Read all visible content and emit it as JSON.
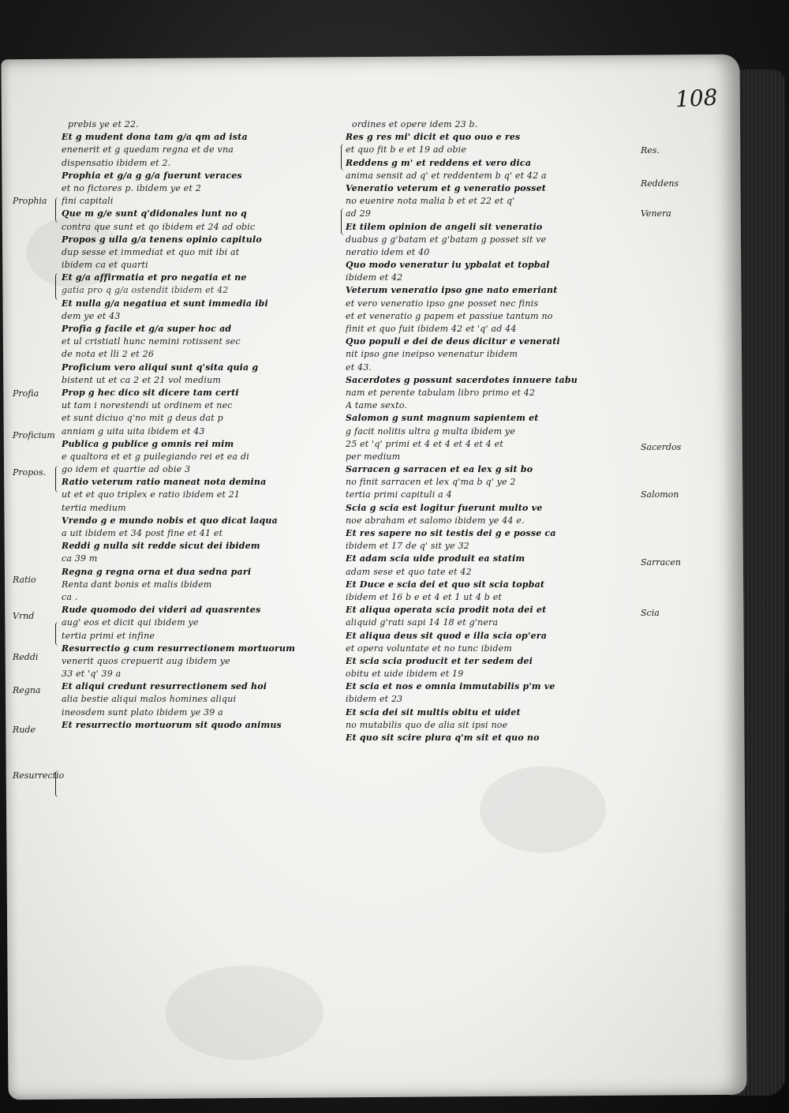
{
  "folio_number": "108",
  "left_column": [
    "prebis ye et 22.",
    "Et g mudent dona tam g/a qm ad ista",
    "enenerit et g quedam regna et de vna",
    "dispensatio ibidem et 2.",
    "Prophia et g/a g g/a fuerunt veraces",
    "et no fictores p. ibidem ye et 2",
    "fini capitali",
    "Que m g/e sunt q'didonales lunt no q",
    "contra que sunt et qo ibidem et 24 ad obic",
    "Propos g ulla g/a tenens opinio capitulo",
    "dup sesse et immediat et quo mit ibi at",
    "ibidem ca et quarti",
    "Et g/a affirmatia et pro negatia et ne",
    "gatia pro q g/a ostendit ibidem et 42",
    "Et nulla g/a negatiua et sunt immedia ibi",
    "dem ye et 43",
    "Profia g facile et g/a super hoc ad",
    "et ul cristiatl hunc nemini rotissent sec",
    "de nota et lli 2 et 26",
    "Proficium vero aliqui sunt q'sita quia g",
    "bistent ut et ca 2 et 21 vol medium",
    "Prop g hec dico sit dicere tam certi",
    "ut tam i norestendi ut ordinem et nec",
    "et sunt diciuo q'no mit g deus dat p",
    "anniam g uita uita ibidem et 43",
    "Publica g publice g omnis rei mim",
    "e qualtora et et g puilegiando rei et ea di",
    "go idem et quartie ad obie 3",
    "Ratio veterum ratio maneat nota demina",
    "ut et et quo triplex e ratio ibidem et 21",
    "tertia medium",
    "Vrendo g e mundo nobis et quo dicat laqua",
    "a uit ibidem et 34 post fine et 41 et",
    "Reddi g nulla sit redde sicut dei ibidem",
    "ca 39 m",
    "Regna g regna orna et dua sedna pari",
    "Renta dant bonis et malis ibidem",
    "ca .",
    "Rude quomodo dei videri ad quasrentes",
    "aug' eos et dicit qui ibidem ye",
    "tertia primi et infine",
    "Resurrectio g cum resurrectionem mortuorum",
    "venerit quos crepuerit aug ibidem ye",
    "33 et 'q' 39 a",
    "Et aliqui credunt resurrectionem sed hoi",
    "alia bestie aliqui malos homines aliqui",
    "ineosdem sunt plato ibidem ye 39 a",
    "Et resurrectio mortuorum sit quodo animus"
  ],
  "right_column": [
    "ordines et opere idem 23 b.",
    "Res g res mi' dicit et quo ouo e res",
    "et quo fit b e et 19 ad obie",
    "Reddens g m' et reddens et vero dica",
    "anima sensit ad q' et reddentem b q' et 42 a",
    "Veneratio veterum et g veneratio posset",
    "no euenire nota malia b et et 22 et q'",
    "ad 29",
    "Et tilem opinion de angeli sit veneratio",
    "duabus g g'batam et g'batam g posset sit ve",
    "neratio idem et 40",
    "Quo modo veneratur iu ypbalat et topbal",
    "ibidem et 42",
    "Veterum veneratio ipso gne nato emeriant",
    "et vero veneratio ipso gne posset nec finis",
    "et et veneratio g papem et passiue tantum no",
    "finit et quo fuit ibidem 42 et 'q' ad 44",
    "Quo populi e dei de deus dicitur e venerati",
    "nit ipso gne ineipso venenatur ibidem",
    "et 43.",
    "Sacerdotes g possunt sacerdotes innuere tabu",
    "nam et perente tabulam libro primo et 42",
    "A tame sexto.",
    "Salomon g sunt magnum sapientem et",
    "g facit nolitis ultra g multa ibidem ye",
    "25 et 'q' primi et 4 et 4 et 4 et 4 et",
    "per medium",
    "Sarracen g sarracen et ea lex g sit bo",
    "no finit sarracen et lex q'ma b q' ye 2",
    "tertia primi capituli a 4",
    "Scia g scia est logitur fuerunt multo ve",
    "noe abraham et salomo ibidem ye 44 e.",
    "Et res sapere no sit testis dei g e posse ca",
    "ibidem et 17 de q' sit ye 32",
    "Et adam scia uide produit ea statim",
    "adam sese et quo tate et 42",
    "Et Duce e scia dei et quo sit scia topbat",
    "ibidem et 16 b e et 4 et 1 ut 4 b et",
    "Et aliqua operata scia prodit nota dei et",
    "aliquid g'rati sapi 14 18 et g'nera",
    "Et aliqua deus sit quod e illa scia op'era",
    "et opera voluntate et no tunc ibidem",
    "Et scia scia producit et ter sedem dei",
    "obitu et uide ibidem et 19",
    "Et scia et nos e omnia immutabilis p'm ve",
    "ibidem et 23",
    "Et scia dei sit multis obitu et uidet",
    "no mutabilis quo de alia sit ipsi noe",
    "Et quo sit scire plura q'm sit et quo no"
  ],
  "left_margin_notes": [
    "Prophia",
    "Profia",
    "Proficium",
    "Propos.",
    "Ratio",
    "Vrnd",
    "Reddi",
    "Regna",
    "Rude",
    "Resurrectio"
  ],
  "right_margin_notes": [
    "Res.",
    "Reddens",
    "Venera",
    "Sacerdos",
    "Salomon",
    "Sarracen",
    "Scia"
  ]
}
